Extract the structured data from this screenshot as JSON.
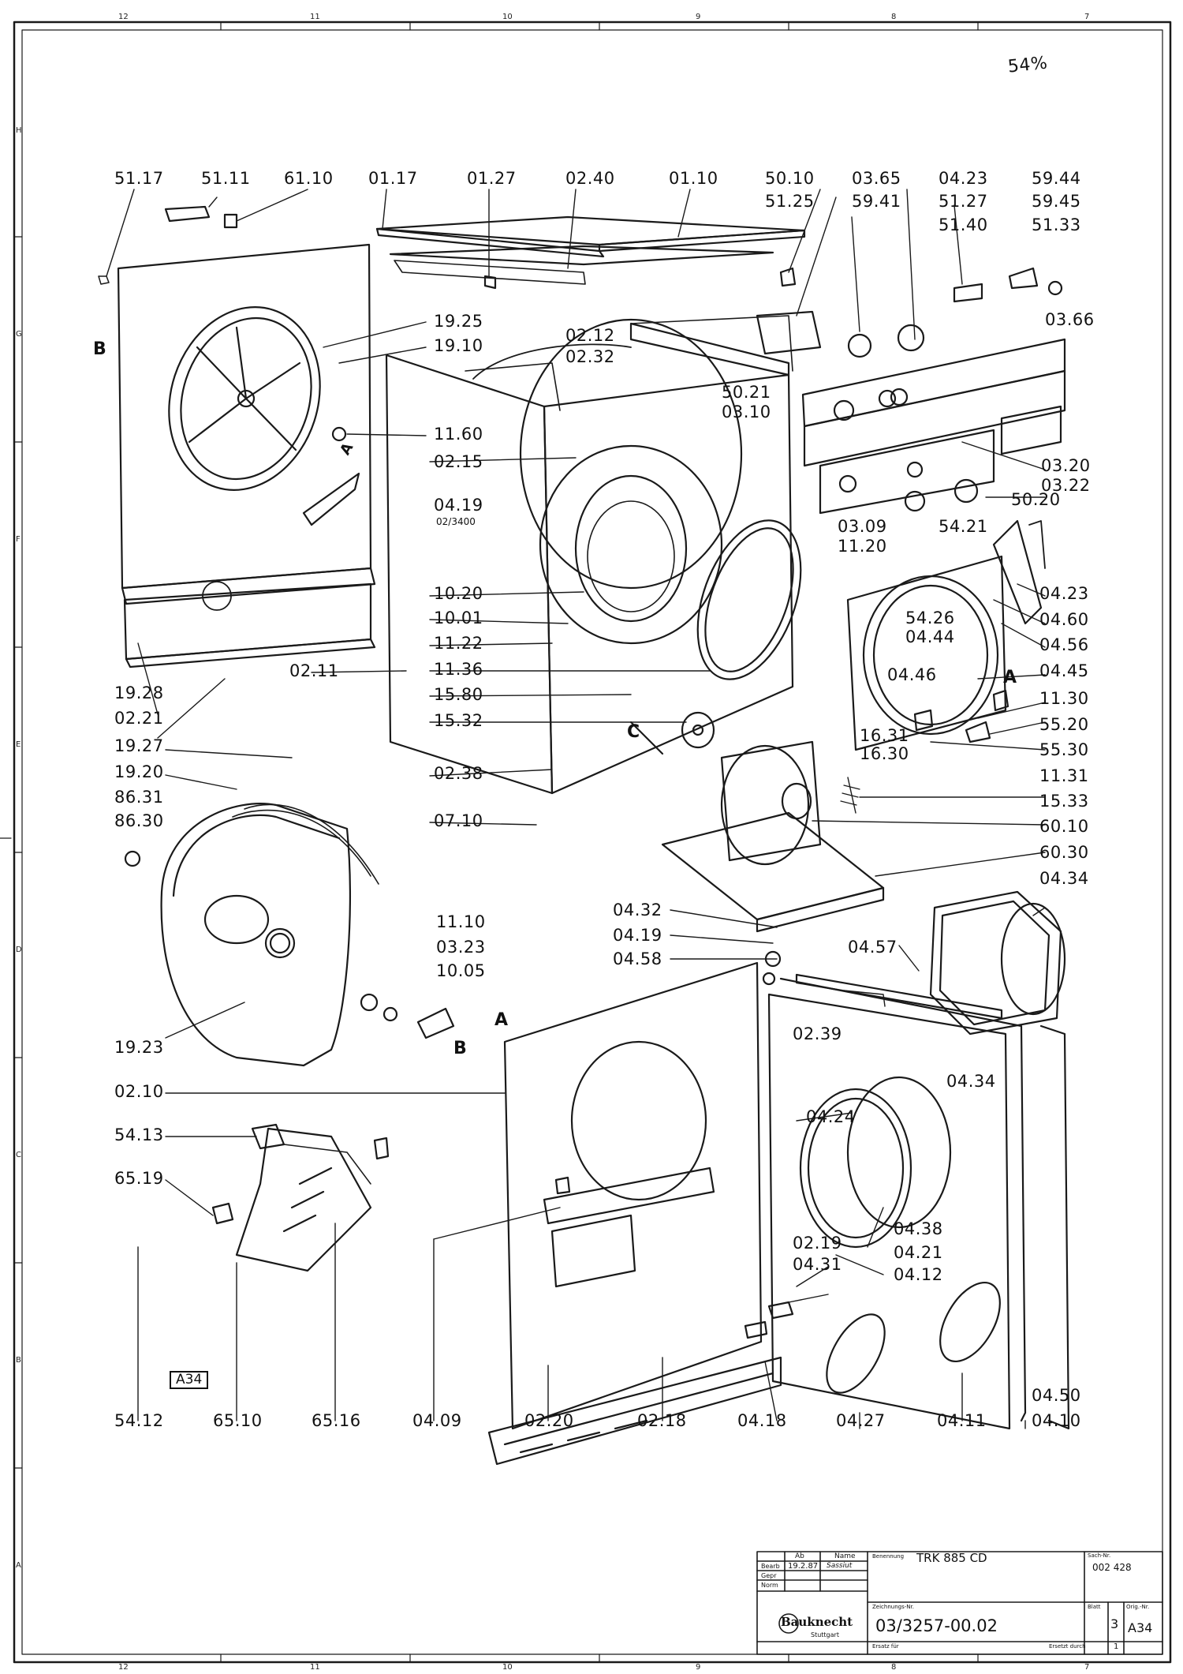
{
  "page_annotation": "54%",
  "grid": {
    "columns": [
      "12",
      "11",
      "10",
      "9",
      "8",
      "7"
    ],
    "rows": [
      "H",
      "G",
      "F",
      "E",
      "D",
      "C",
      "B",
      "A"
    ]
  },
  "section_letters": [
    "B",
    "A",
    "C",
    "A",
    "B",
    "A"
  ],
  "part_labels": [
    "51.17",
    "51.11",
    "61.10",
    "01.17",
    "01.27",
    "02.40",
    "01.10",
    "50.10",
    "03.65",
    "04.23",
    "59.44",
    "51.25",
    "59.41",
    "51.27",
    "59.45",
    "51.40",
    "51.33",
    "19.25",
    "19.10",
    "02.12",
    "02.32",
    "03.66",
    "11.60",
    "50.21",
    "03.10",
    "02.15",
    "03.20",
    "03.22",
    "04.19",
    "02/3400",
    "50.20",
    "03.09",
    "54.21",
    "11.20",
    "04.23",
    "10.20",
    "54.26",
    "04.60",
    "10.01",
    "04.44",
    "04.56",
    "11.22",
    "04.45",
    "02.11",
    "11.36",
    "04.46",
    "19.28",
    "15.80",
    "11.30",
    "02.21",
    "15.32",
    "55.20",
    "19.27",
    "16.31",
    "16.30",
    "55.30",
    "19.20",
    "02.38",
    "11.31",
    "86.31",
    "15.33",
    "86.30",
    "07.10",
    "60.10",
    "60.30",
    "04.34",
    "04.32",
    "11.10",
    "04.19",
    "04.57",
    "03.23",
    "04.58",
    "10.05",
    "02.39",
    "19.23",
    "04.34",
    "02.10",
    "04.24",
    "54.13",
    "65.19",
    "04.38",
    "04.21",
    "02.19",
    "04.12",
    "04.31",
    "54.12",
    "65.10",
    "65.16",
    "04.09",
    "02.20",
    "02.18",
    "04.18",
    "04.27",
    "04.11",
    "04.10",
    "04.50"
  ],
  "sheet_tag": "A34",
  "title_block": {
    "header_col1": "Ab",
    "header_col2": "Name",
    "row_labels": [
      "Bearb",
      "Gepr",
      "Norm"
    ],
    "date": "19.2.87",
    "signature": "Sassiut",
    "logo": "Bauknecht",
    "logo_sub": "Stuttgart",
    "title_caption": "Benennung",
    "title": "TRK 885 CD",
    "drawing_number_caption": "Zeichnungs-Nr.",
    "drawing_number": "03/3257-00.02",
    "sach_nr_caption": "Sach-Nr.",
    "sach_nr": "002 428",
    "sheet_caption": "Blatt",
    "sheet": "3",
    "sheet_total": "1",
    "orig_nr_caption": "Orig.-Nr.",
    "orig_nr": "A34",
    "replaces_caption": "Ersatz für",
    "replaced_by_caption": "Ersetzt durch"
  }
}
